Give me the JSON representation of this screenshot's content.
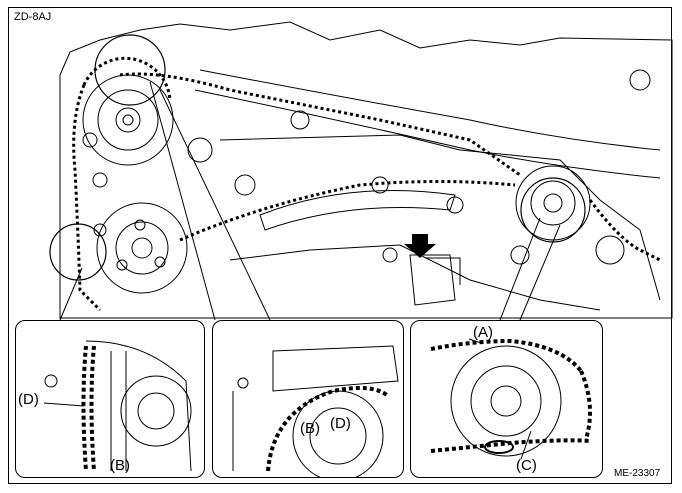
{
  "figure_code": "ZD-8AJ",
  "reference": "ME-23307",
  "labels": {
    "d_left": "(D)",
    "b_left": "(B)",
    "b_center": "(B)",
    "d_center": "(D)",
    "a_right": "(A)",
    "c_right": "(C)"
  },
  "icons": {
    "arrow": "down-arrow-icon"
  }
}
